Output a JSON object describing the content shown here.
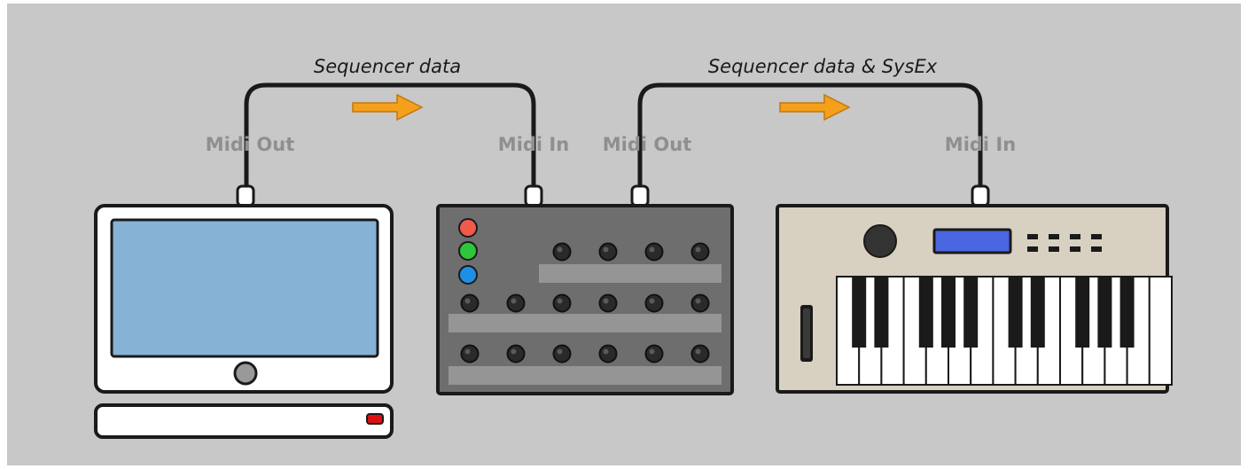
{
  "connections": [
    {
      "label": "Sequencer data",
      "from_port": "Midi Out",
      "to_port": "Midi In",
      "arrow_color": "#f5a01a"
    },
    {
      "label": "Sequencer data & SysEx",
      "from_port": "Midi Out",
      "to_port": "Midi In",
      "arrow_color": "#f5a01a"
    }
  ],
  "colors": {
    "background": "#c8c8c8",
    "outline": "#1a1a1a",
    "computer_screen": "#86b2d6",
    "computer_body": "#ffffff",
    "drive_led": "#e01010",
    "sequencer_body": "#6e6e6e",
    "sequencer_slot": "#959595",
    "led_red": "#f05a4a",
    "led_green": "#2ec63a",
    "led_blue": "#1f8fe6",
    "keyboard_body": "#d8d0c0",
    "keyboard_display": "#4a66e0",
    "keyboard_knob": "#333333"
  },
  "icons": {
    "computer": "monitor-icon",
    "sequencer": "hardware-sequencer-icon",
    "keyboard": "midi-keyboard-icon",
    "arrow": "arrow-right-icon"
  }
}
